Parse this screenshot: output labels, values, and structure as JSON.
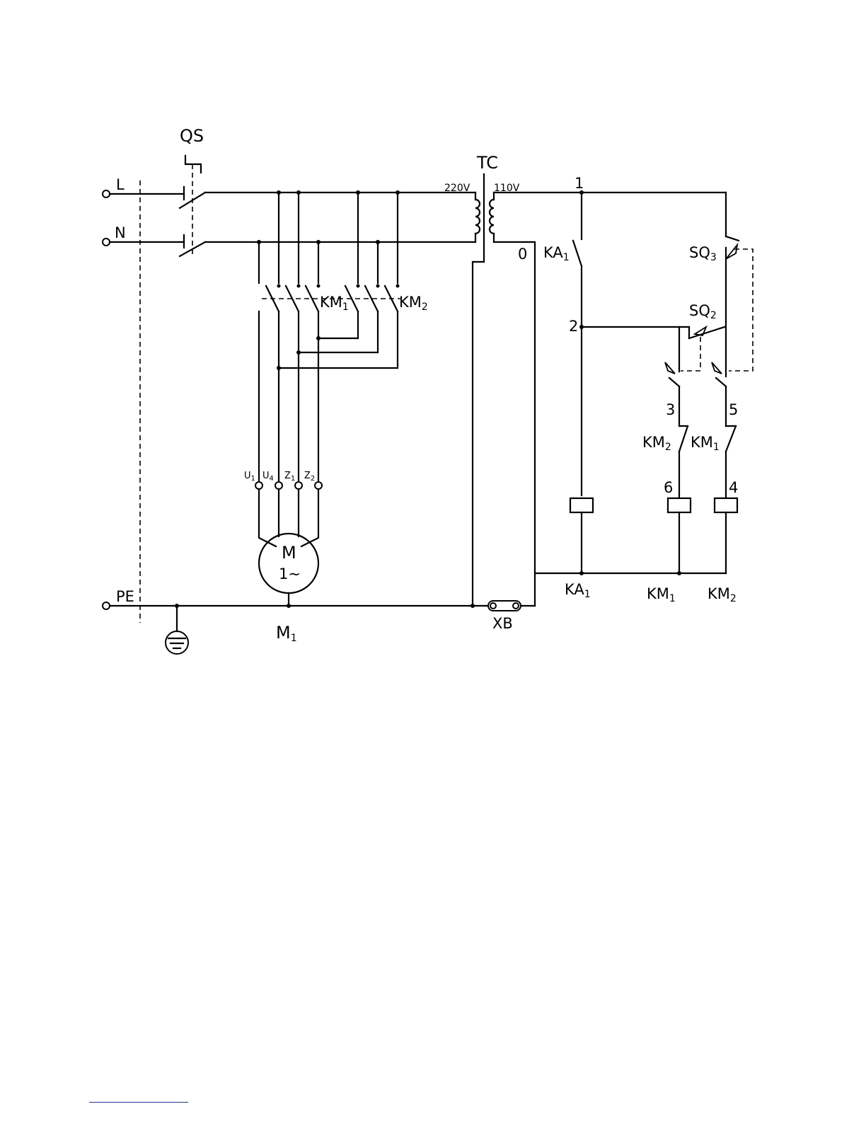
{
  "supply": {
    "l": "L",
    "n": "N",
    "pe": "PE"
  },
  "switch": {
    "qs": "QS"
  },
  "transformer": {
    "tc": "TC",
    "primary": "220V",
    "secondary": "110V"
  },
  "contactors": {
    "km1": "KM",
    "km1_sub": "1",
    "km2": "KM",
    "km2_sub": "2"
  },
  "motor": {
    "terminals": [
      {
        "t": "U",
        "s": "1"
      },
      {
        "t": "U",
        "s": "4"
      },
      {
        "t": "Z",
        "s": "1"
      },
      {
        "t": "Z",
        "s": "2"
      }
    ],
    "symbol": "M",
    "phase": "1~",
    "name": "M",
    "name_sub": "1"
  },
  "connector": {
    "xb": "XB"
  },
  "control": {
    "node_1": "1",
    "node_0": "0",
    "node_2": "2",
    "node_3": "3",
    "node_5": "5",
    "node_6": "6",
    "node_4": "4",
    "ka1_contact": "KA",
    "ka1_contact_sub": "1",
    "sq3": "SQ",
    "sq3_sub": "3",
    "sq2": "SQ",
    "sq2_sub": "2",
    "km2_contact": "KM",
    "km2_contact_sub": "2",
    "km1_contact": "KM",
    "km1_contact_sub": "1",
    "coil_ka1": "KA",
    "coil_ka1_sub": "1",
    "coil_km1": "KM",
    "coil_km1_sub": "1",
    "coil_km2": "KM",
    "coil_km2_sub": "2"
  }
}
